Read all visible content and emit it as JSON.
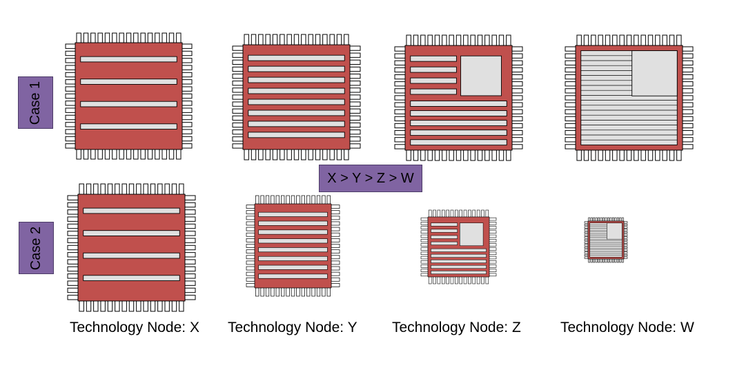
{
  "rows": [
    {
      "label": "Case 1"
    },
    {
      "label": "Case 2"
    }
  ],
  "order_note": "X > Y > Z > W",
  "columns": [
    {
      "label": "Technology Node: X"
    },
    {
      "label": "Technology Node: Y"
    },
    {
      "label": "Technology Node: Z"
    },
    {
      "label": "Technology Node: W"
    }
  ],
  "colors": {
    "die": "#c0504d",
    "block": "#e0e0e0",
    "pin": "#ffffff",
    "case_box": "#8064a2"
  }
}
